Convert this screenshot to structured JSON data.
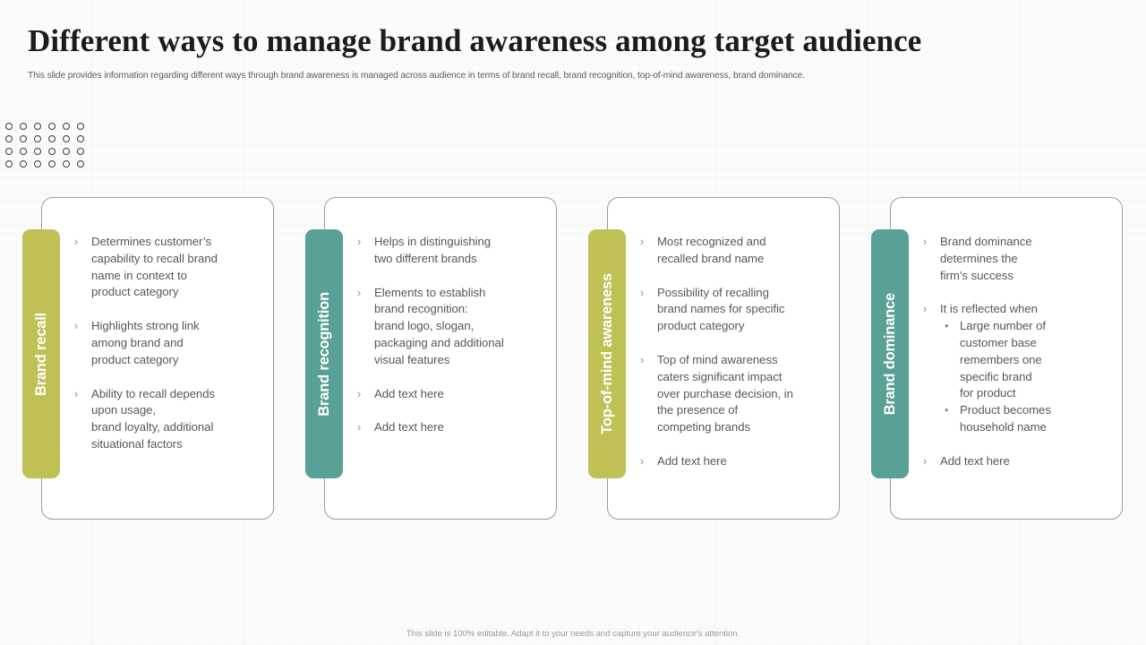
{
  "header": {
    "title": "Different ways to manage brand awareness among target audience",
    "subtitle": "This slide provides information regarding different ways through brand awareness is managed across audience in terms of brand recall, brand recognition, top-of-mind awareness, brand dominance."
  },
  "decoration": {
    "dot_grid": {
      "columns": 6,
      "rows": 4,
      "dot_color": "#3b3b4d"
    }
  },
  "palette": {
    "olive": "#bfc155",
    "teal": "#59a096",
    "card_border": "#9d9d9d",
    "body_text": "#58585a",
    "title_text": "#1c1c1c",
    "background": "#fbfbfb"
  },
  "cards": [
    {
      "label": "Brand recall",
      "accent": "#bfc155",
      "bullets": [
        {
          "text": "Determines customer’s\ncapability to recall brand\nname in context  to\nproduct category"
        },
        {
          "text": "Highlights strong link\namong brand and\nproduct category"
        },
        {
          "text": "Ability to recall depends\nupon usage,\nbrand loyalty,  additional\nsituational factors"
        }
      ]
    },
    {
      "label": "Brand recognition",
      "accent": "#59a096",
      "bullets": [
        {
          "text": "Helps in distinguishing\ntwo different brands"
        },
        {
          "text": "Elements to establish\nbrand recognition:\nbrand logo, slogan,\npackaging and additional\nvisual features"
        },
        {
          "text": "Add text here"
        },
        {
          "text": "Add text here"
        }
      ]
    },
    {
      "label": "Top-of-mind awareness",
      "accent": "#bfc155",
      "bullets": [
        {
          "text": "Most recognized and\nrecalled brand name"
        },
        {
          "text": "Possibility of recalling\nbrand names for specific\nproduct category"
        },
        {
          "text": "Top of mind awareness\ncaters significant impact\nover purchase decision, in\nthe presence of\ncompeting brands"
        },
        {
          "text": "Add text here"
        }
      ]
    },
    {
      "label": "Brand dominance",
      "accent": "#59a096",
      "bullets": [
        {
          "text": "Brand dominance\ndetermines the\nfirm’s success"
        },
        {
          "text": "It is reflected when",
          "subbullets": [
            "Large number  of\ncustomer base\nremembers one\nspecific brand\n for product",
            "Product becomes\nhousehold name"
          ]
        },
        {
          "text": " Add text here"
        }
      ]
    }
  ],
  "icons": {
    "bullet_chevron": "›",
    "sub_bullet_dot": "•"
  },
  "footer": {
    "note": "This slide is 100% editable.  Adapt it to your needs and capture your audience's attention."
  }
}
